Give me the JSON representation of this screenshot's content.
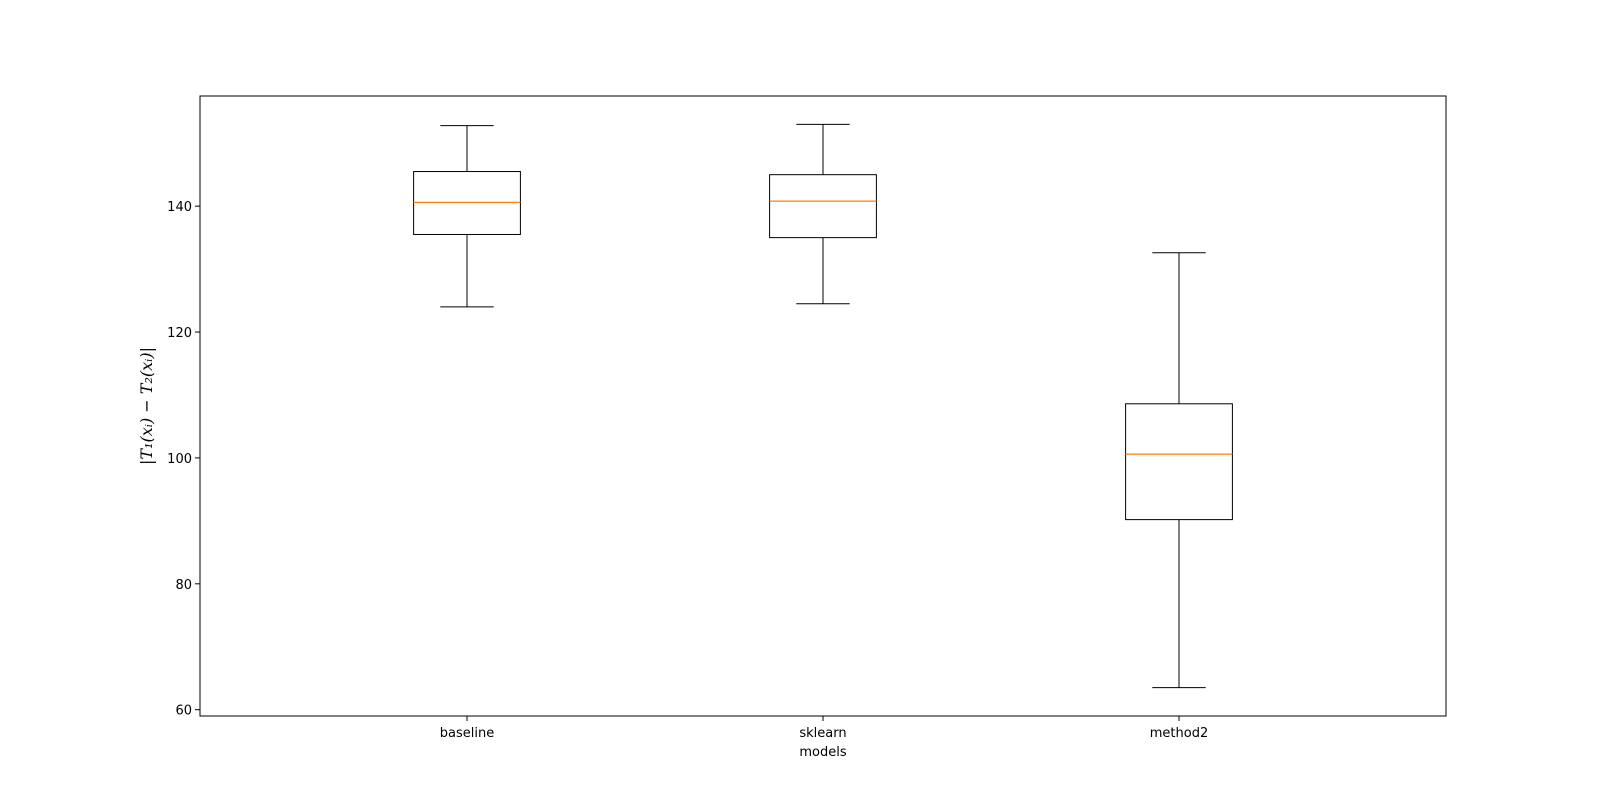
{
  "chart_data": {
    "type": "box",
    "categories": [
      "baseline",
      "sklearn",
      "method2"
    ],
    "boxes": [
      {
        "category": "baseline",
        "whisker_low": 124.0,
        "q1": 135.5,
        "median": 140.6,
        "q3": 145.5,
        "whisker_high": 152.8
      },
      {
        "category": "sklearn",
        "whisker_low": 124.5,
        "q1": 135.0,
        "median": 140.8,
        "q3": 145.0,
        "whisker_high": 153.0
      },
      {
        "category": "method2",
        "whisker_low": 63.5,
        "q1": 90.2,
        "median": 100.6,
        "q3": 108.6,
        "whisker_high": 132.6
      }
    ],
    "xlabel": "models",
    "ylabel": "|T₁(xᵢ) − T₂(xᵢ)|",
    "ylim": [
      59.0,
      157.5
    ],
    "yticks": [
      60,
      80,
      100,
      120,
      140
    ],
    "grid": false,
    "colors": {
      "box": "#000000",
      "median": "#ff7f0e",
      "background": "#ffffff"
    }
  }
}
